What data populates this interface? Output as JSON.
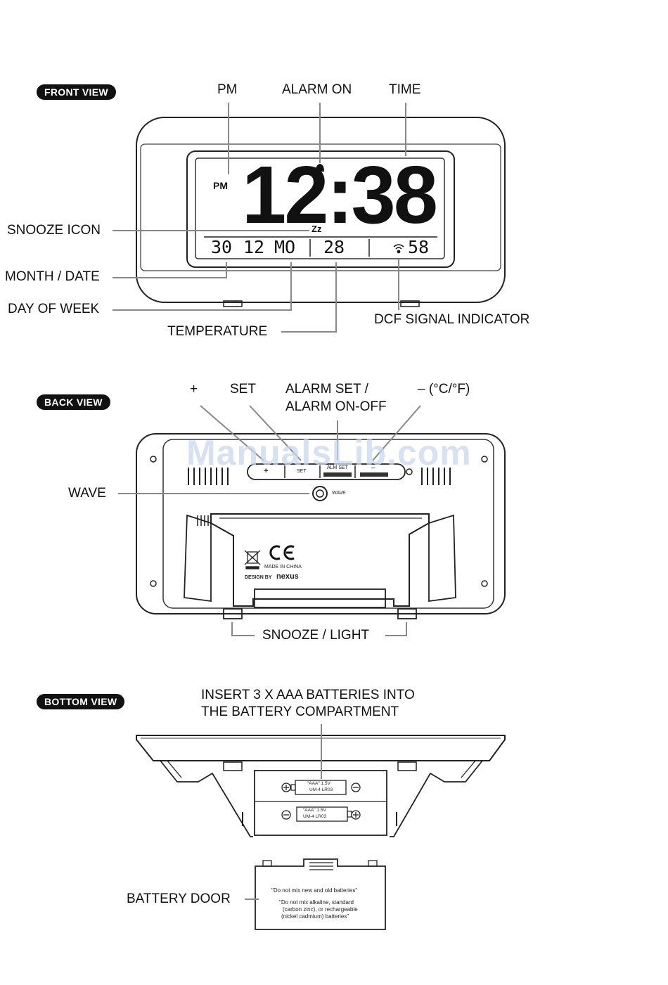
{
  "front": {
    "badge": "FRONT VIEW",
    "labels": {
      "pm": "PM",
      "alarm_on": "ALARM ON",
      "time": "TIME",
      "snooze_icon": "SNOOZE ICON",
      "month_date": "MONTH / DATE",
      "day_of_week": "DAY OF WEEK",
      "temperature": "TEMPERATURE",
      "dcf": "DCF SIGNAL INDICATOR"
    },
    "display": {
      "pm": "PM",
      "time": "12:38",
      "zz": "Zz",
      "date": "30",
      "month": "12",
      "day": "MO",
      "temp": "28",
      "seconds": "58"
    }
  },
  "back": {
    "badge": "BACK VIEW",
    "labels": {
      "plus": "+",
      "set": "SET",
      "alarm_set_1": "ALARM SET /",
      "alarm_set_2": "ALARM ON-OFF",
      "minus": "– (°C/°F)",
      "wave": "WAVE",
      "snooze_light": "SNOOZE / LIGHT"
    },
    "buttons": [
      "+",
      "SET",
      "ALM SET",
      "–"
    ],
    "device_text": {
      "wave": "WAVE",
      "made_in": "MADE IN CHINA",
      "design": "DESIGN BY",
      "brand": "nexus"
    },
    "watermark": "ManualsLib.com"
  },
  "bottom": {
    "badge": "BOTTOM VIEW",
    "labels": {
      "insert_1": "INSERT 3 X AAA BATTERIES INTO",
      "insert_2": "THE BATTERY COMPARTMENT",
      "battery_door": "BATTERY DOOR"
    },
    "battery_text": [
      "\"AAA\" 1.5V",
      "UM-4  LR03"
    ],
    "door_text": [
      "\"Do not mix new and old batteries\"",
      "\"Do not mix alkaline, standard",
      "(carbon zinc), or rechargeable",
      "(nickel cadmium) batteries\""
    ]
  }
}
